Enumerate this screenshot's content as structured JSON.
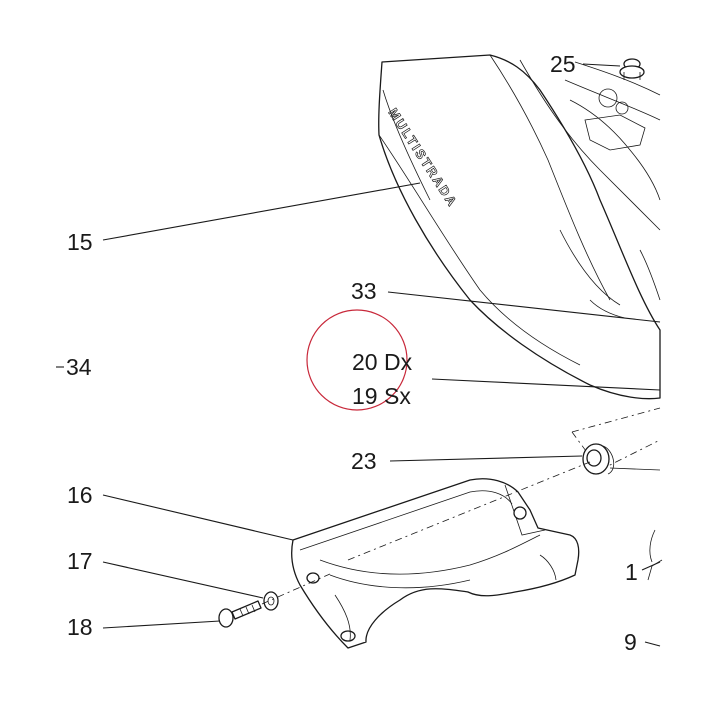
{
  "callouts": {
    "p25": "25",
    "p15": "15",
    "p33": "33",
    "p34": "34",
    "p20_dx": "20 Dx",
    "p19_sx": "19 Sx",
    "p23": "23",
    "p16": "16",
    "p17": "17",
    "p1": "1",
    "p18": "18",
    "p9": "9"
  },
  "decorations": {
    "logotype": "MULTISTRADA"
  },
  "colors": {
    "line": "#1a1a1a",
    "highlight_circle": "#c8283a",
    "background": "#ffffff"
  }
}
